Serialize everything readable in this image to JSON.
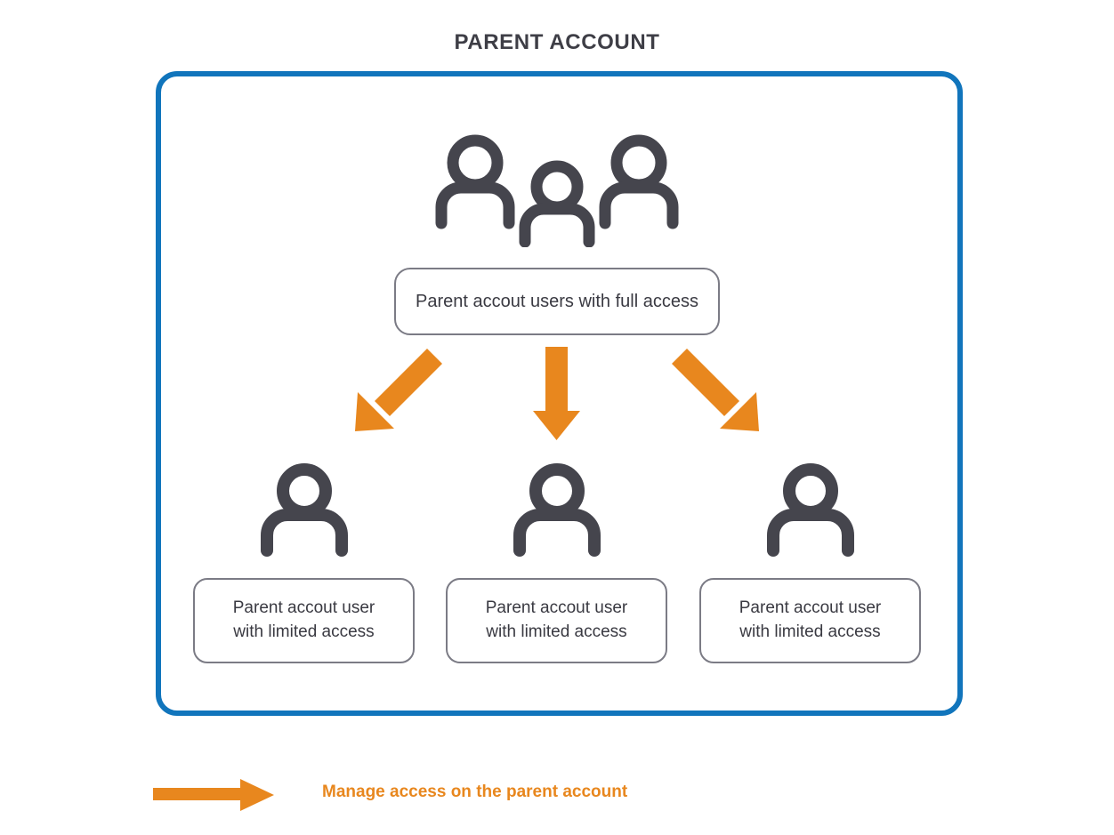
{
  "title": "PARENT ACCOUNT",
  "frame": {
    "border_color": "#1175BC",
    "name": "parent-account-container"
  },
  "top_node": {
    "icon": "group-of-three-people-icon",
    "label": "Parent accout users with full access",
    "border_color": "#7B7B85"
  },
  "arrows": {
    "color": "#E8871E",
    "count": 3,
    "directions": [
      "down-left",
      "down",
      "down-right"
    ],
    "meaning": "Manage access on the parent account"
  },
  "child_nodes": [
    {
      "icon": "single-person-icon",
      "line1": "Parent accout user",
      "line2": "with limited access"
    },
    {
      "icon": "single-person-icon",
      "line1": "Parent accout user",
      "line2": "with limited access"
    },
    {
      "icon": "single-person-icon",
      "line1": "Parent accout user",
      "line2": "with limited access"
    }
  ],
  "legend": {
    "icon": "right-arrow-icon",
    "label": "Manage access on the parent account",
    "color": "#E8871E"
  },
  "colors": {
    "blue": "#1175BC",
    "orange": "#E8871E",
    "icon_gray": "#45454D",
    "text_gray": "#3A3A42",
    "box_border": "#7B7B85"
  }
}
